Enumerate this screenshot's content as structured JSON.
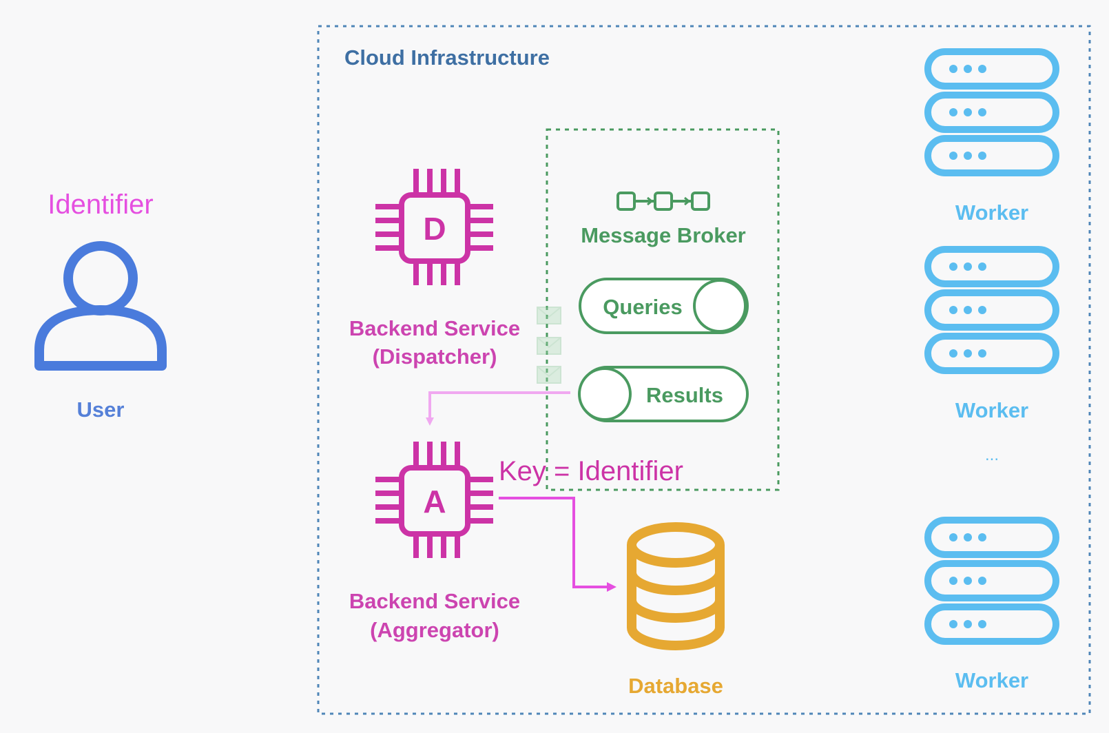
{
  "user": {
    "identifier_label": "Identifier",
    "label": "User",
    "icon": "user-icon"
  },
  "cloud": {
    "title": "Cloud Infrastructure"
  },
  "dispatcher": {
    "chip_letter": "D",
    "label_line1": "Backend Service",
    "label_line2": "(Dispatcher)",
    "icon": "cpu-chip-icon"
  },
  "aggregator": {
    "chip_letter": "A",
    "label_line1": "Backend Service",
    "label_line2": "(Aggregator)",
    "icon": "cpu-chip-icon"
  },
  "broker": {
    "label": "Message Broker",
    "icon": "chain-nodes-icon",
    "queues": {
      "queries": "Queries",
      "results": "Results"
    }
  },
  "key_label": "Key = Identifier",
  "database": {
    "label": "Database",
    "icon": "database-icon"
  },
  "workers": {
    "labels": [
      "Worker",
      "Worker",
      "Worker"
    ],
    "ellipsis": "...",
    "icon": "server-rack-icon"
  },
  "colors": {
    "background": "#f8f8f9",
    "user_blue": "#4a7bdc",
    "cloud_border": "#4f86b8",
    "cloud_title": "#3e6fa3",
    "magenta": "#cc33a6",
    "identifier_magenta": "#e54fe0",
    "broker_green": "#4a9a60",
    "worker_cyan": "#5bbdf0",
    "database_yellow": "#e6a832",
    "arrow_pink": "#f0a8f0"
  }
}
